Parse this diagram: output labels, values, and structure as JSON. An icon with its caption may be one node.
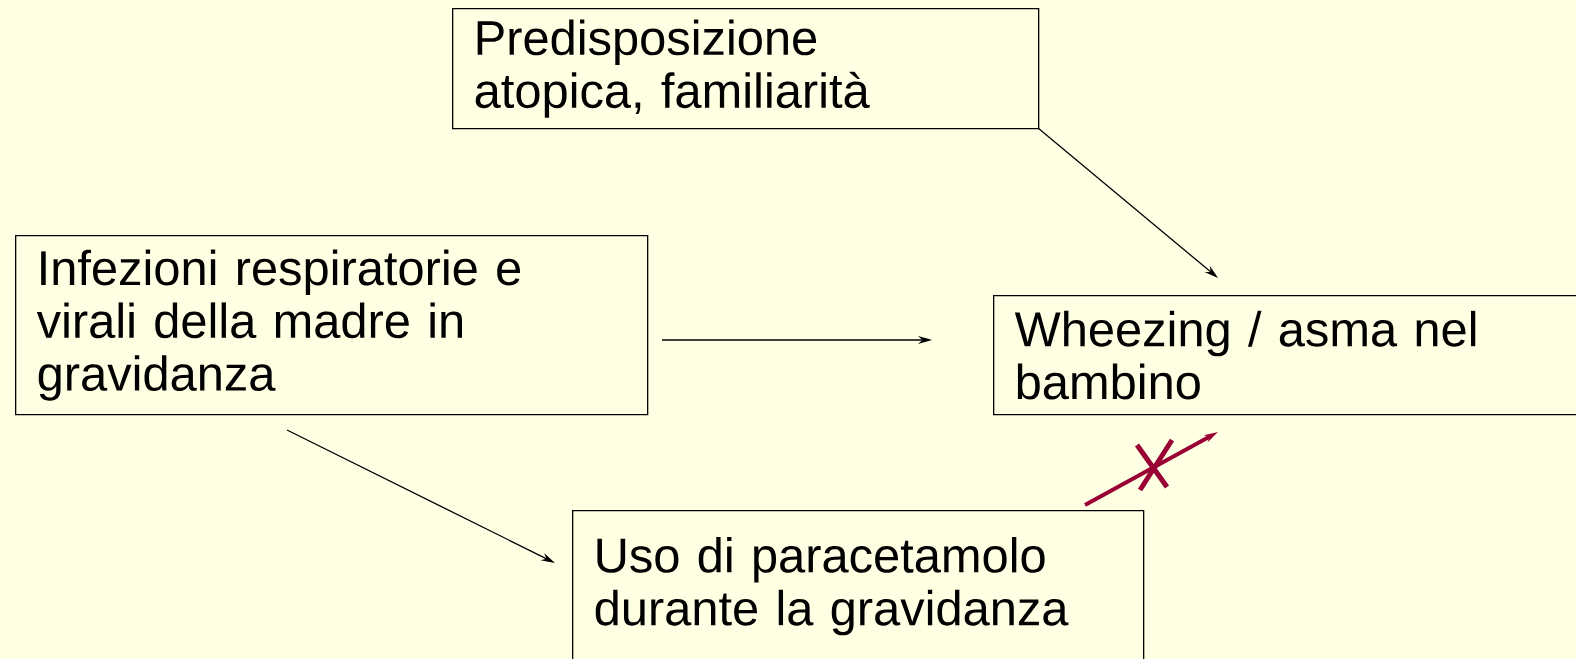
{
  "diagram": {
    "nodes": [
      {
        "text": [
          "Predisposizione atopica, familiarità"
        ]
      },
      {
        "text": [
          "Infezioni respiratorie e virali della madre in gravidanza"
        ]
      },
      {
        "text": [
          "Wheezing / asma nel bambino"
        ]
      },
      {
        "text": [
          "Uso di paracetamolo durante la gravidanza"
        ]
      }
    ],
    "edges": [
      {
        "from": 0,
        "to": 2,
        "arrow": "to"
      },
      {
        "from": 1,
        "to": 2,
        "arrow": "to"
      },
      {
        "from": 1,
        "to": 3,
        "arrow": "to"
      },
      {
        "from": 3,
        "to": 2,
        "arrow": "to",
        "style": "thick",
        "color": "#990033"
      }
    ]
  }
}
